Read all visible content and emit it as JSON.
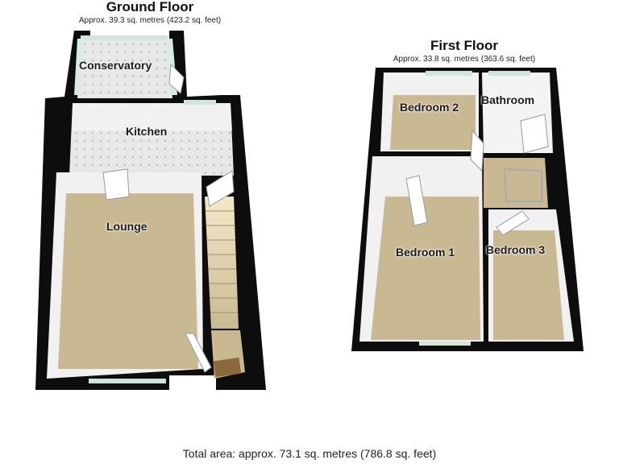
{
  "ground_floor": {
    "title": "Ground Floor",
    "area": "Approx. 39.3 sq. metres (423.2 sq. feet)",
    "rooms": [
      "Conservatory",
      "Kitchen",
      "Lounge"
    ]
  },
  "first_floor": {
    "title": "First Floor",
    "area": "Approx. 33.8 sq. metres (363.6 sq. feet)",
    "rooms": [
      "Bedroom 2",
      "Bathroom",
      "Bedroom 1",
      "Bedroom 3"
    ]
  },
  "total_area": "Total area: approx. 73.1 sq. metres (786.8 sq. feet)",
  "colors": {
    "wall": "#0d0d0d",
    "carpet": "#c9b993",
    "tile": "#e6e6e6",
    "wall_face": "#f2f2f2",
    "window": "#cfe6d8"
  }
}
